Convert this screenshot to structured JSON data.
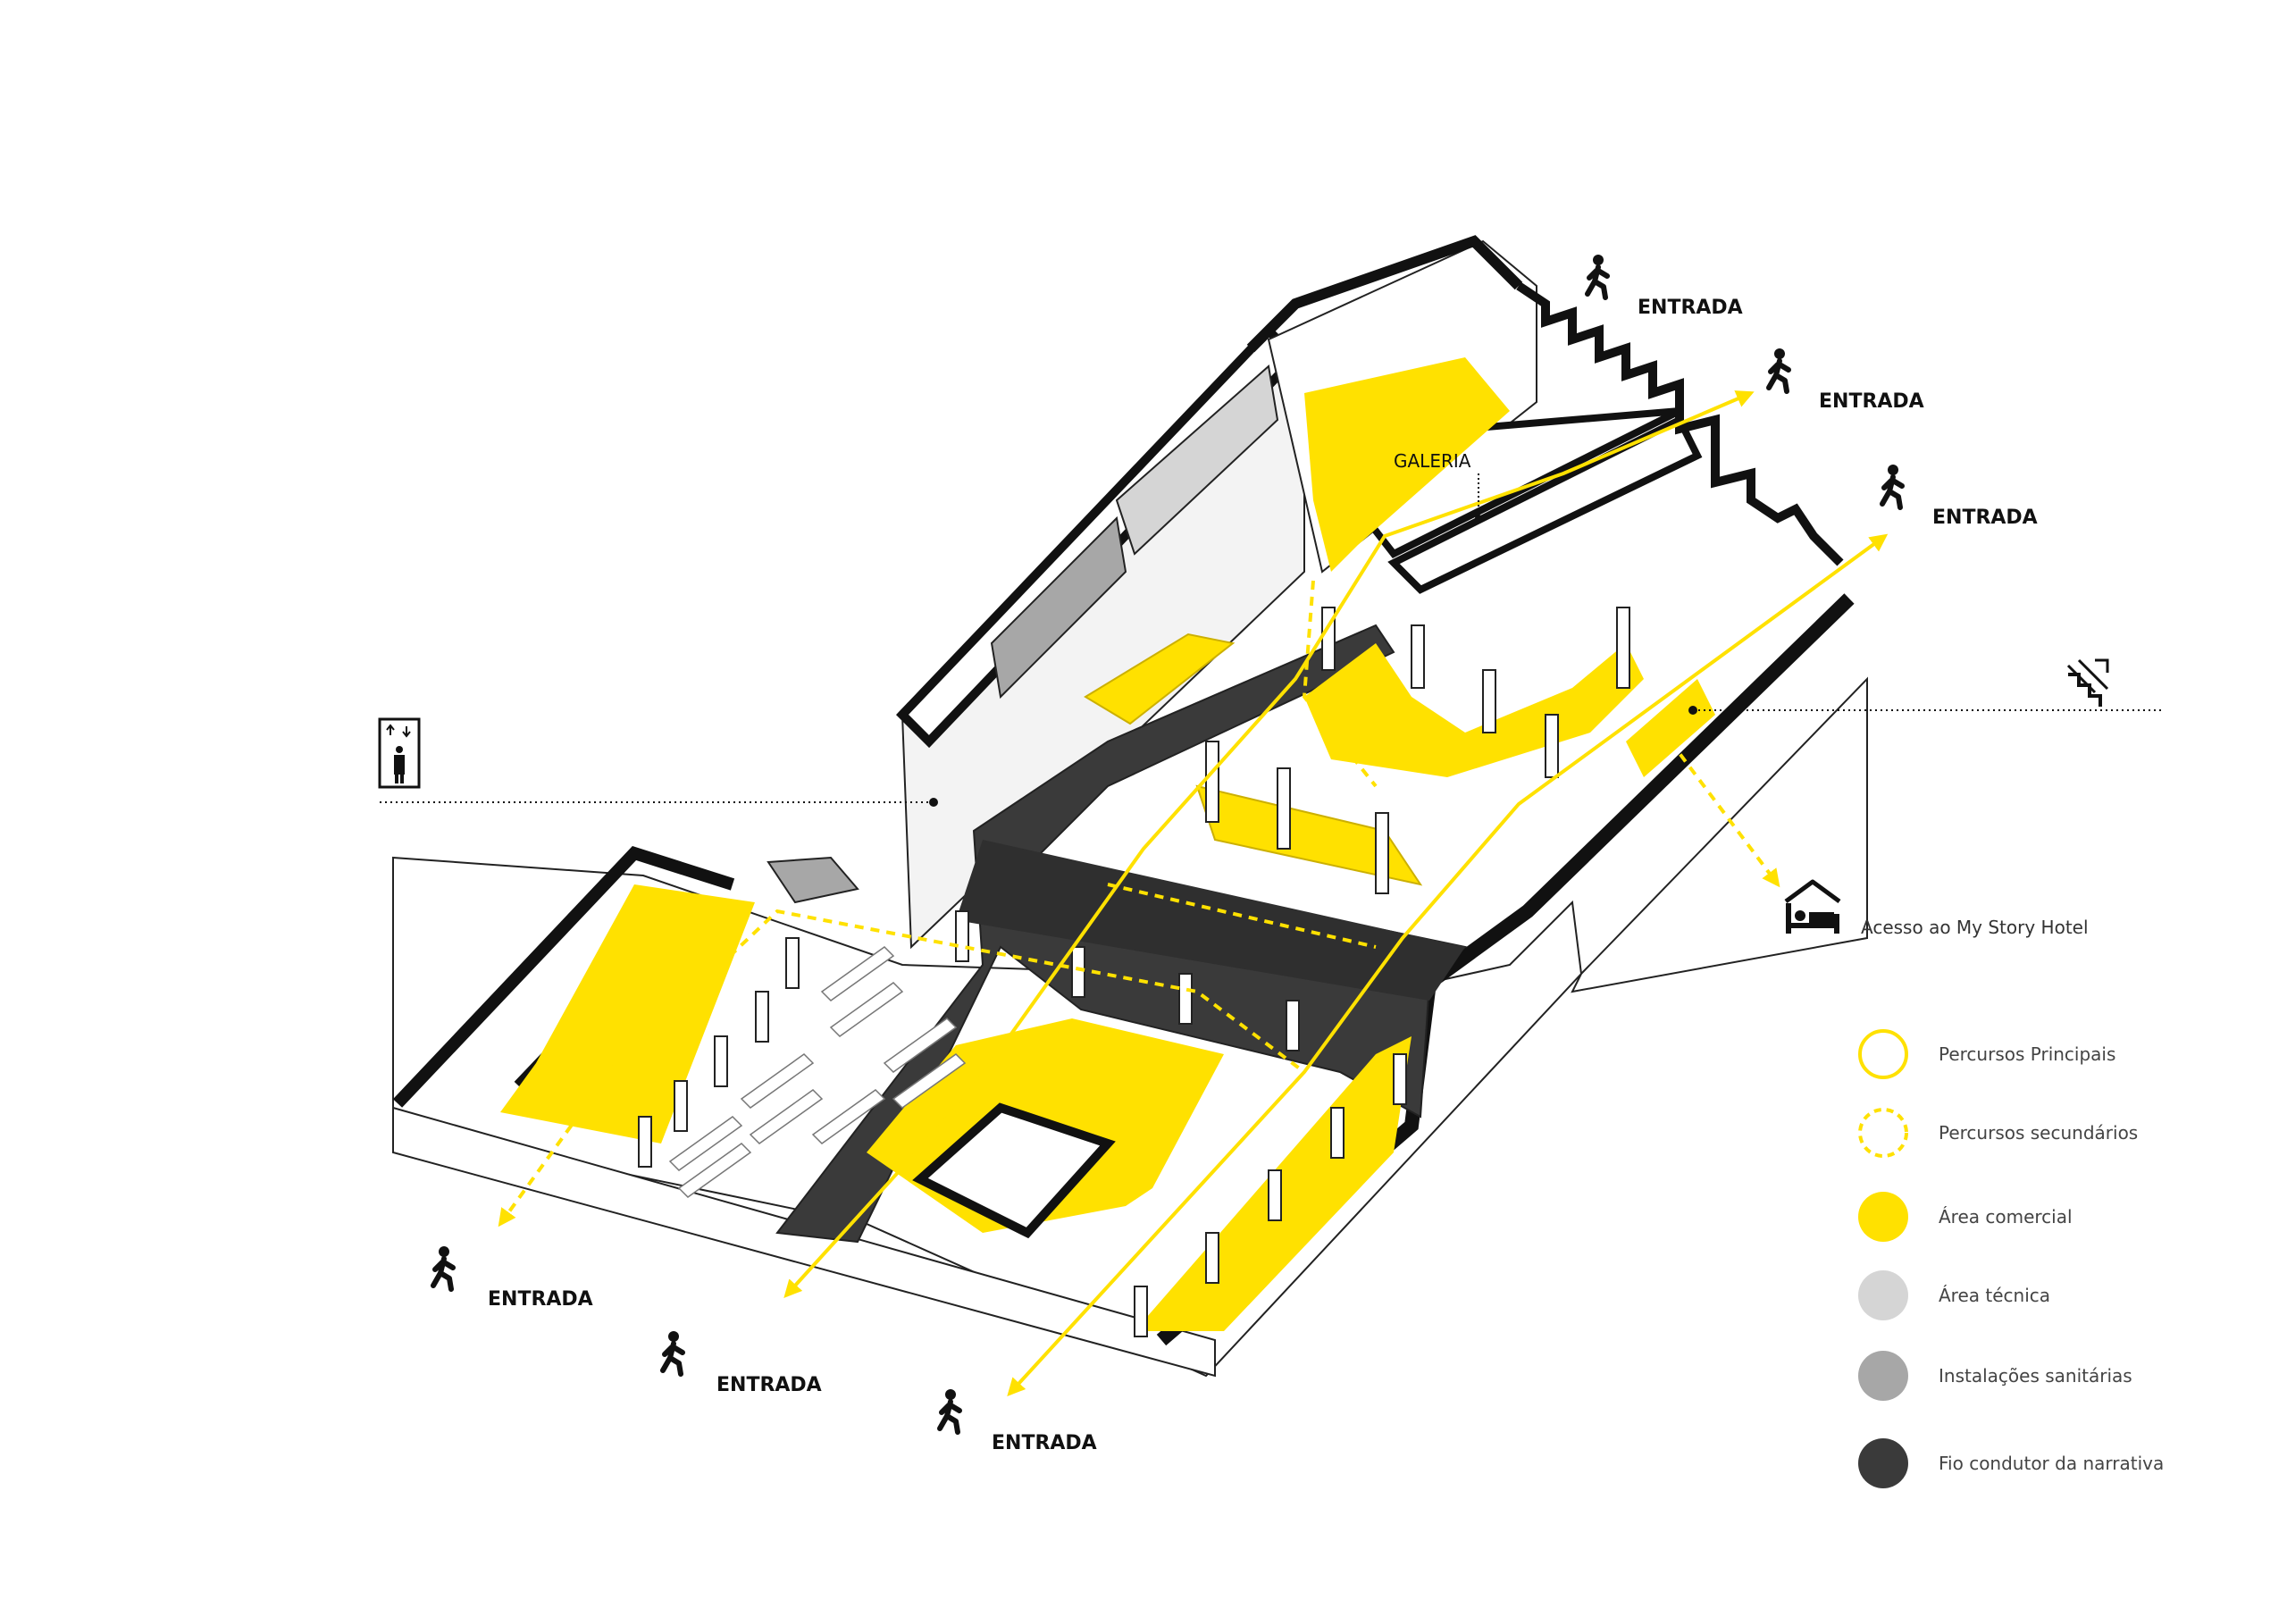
{
  "entrances": [
    {
      "label": "ENTRADA"
    },
    {
      "label": "ENTRADA"
    },
    {
      "label": "ENTRADA"
    },
    {
      "label": "ENTRADA"
    },
    {
      "label": "ENTRADA"
    },
    {
      "label": "ENTRADA"
    }
  ],
  "galeria_label": "GALERIA",
  "hotel_access": "Acesso ao My Story Hotel",
  "icons": {
    "walker": "person-walking-icon",
    "elevator": "elevator-icon",
    "stairs": "stairs-up-icon",
    "hotel": "hotel-bed-icon"
  },
  "colors": {
    "commercial": "#FFE100",
    "technical": "#D5D5D5",
    "sanitary": "#A7A7A7",
    "narrative": "#3A3A3A",
    "outline": "#111111",
    "path": "#FFE100"
  },
  "legend": [
    {
      "label": "Percursos Principais",
      "swatch": "ring-solid"
    },
    {
      "label": "Percursos secundários",
      "swatch": "ring-dashed"
    },
    {
      "label": "Área comercial",
      "swatch": "fill-yellow"
    },
    {
      "label": "Área técnica",
      "swatch": "fill-light-gray"
    },
    {
      "label": "Instalações sanitárias",
      "swatch": "fill-mid-gray"
    },
    {
      "label": "Fio condutor da narrativa",
      "swatch": "fill-dark-gray"
    }
  ]
}
